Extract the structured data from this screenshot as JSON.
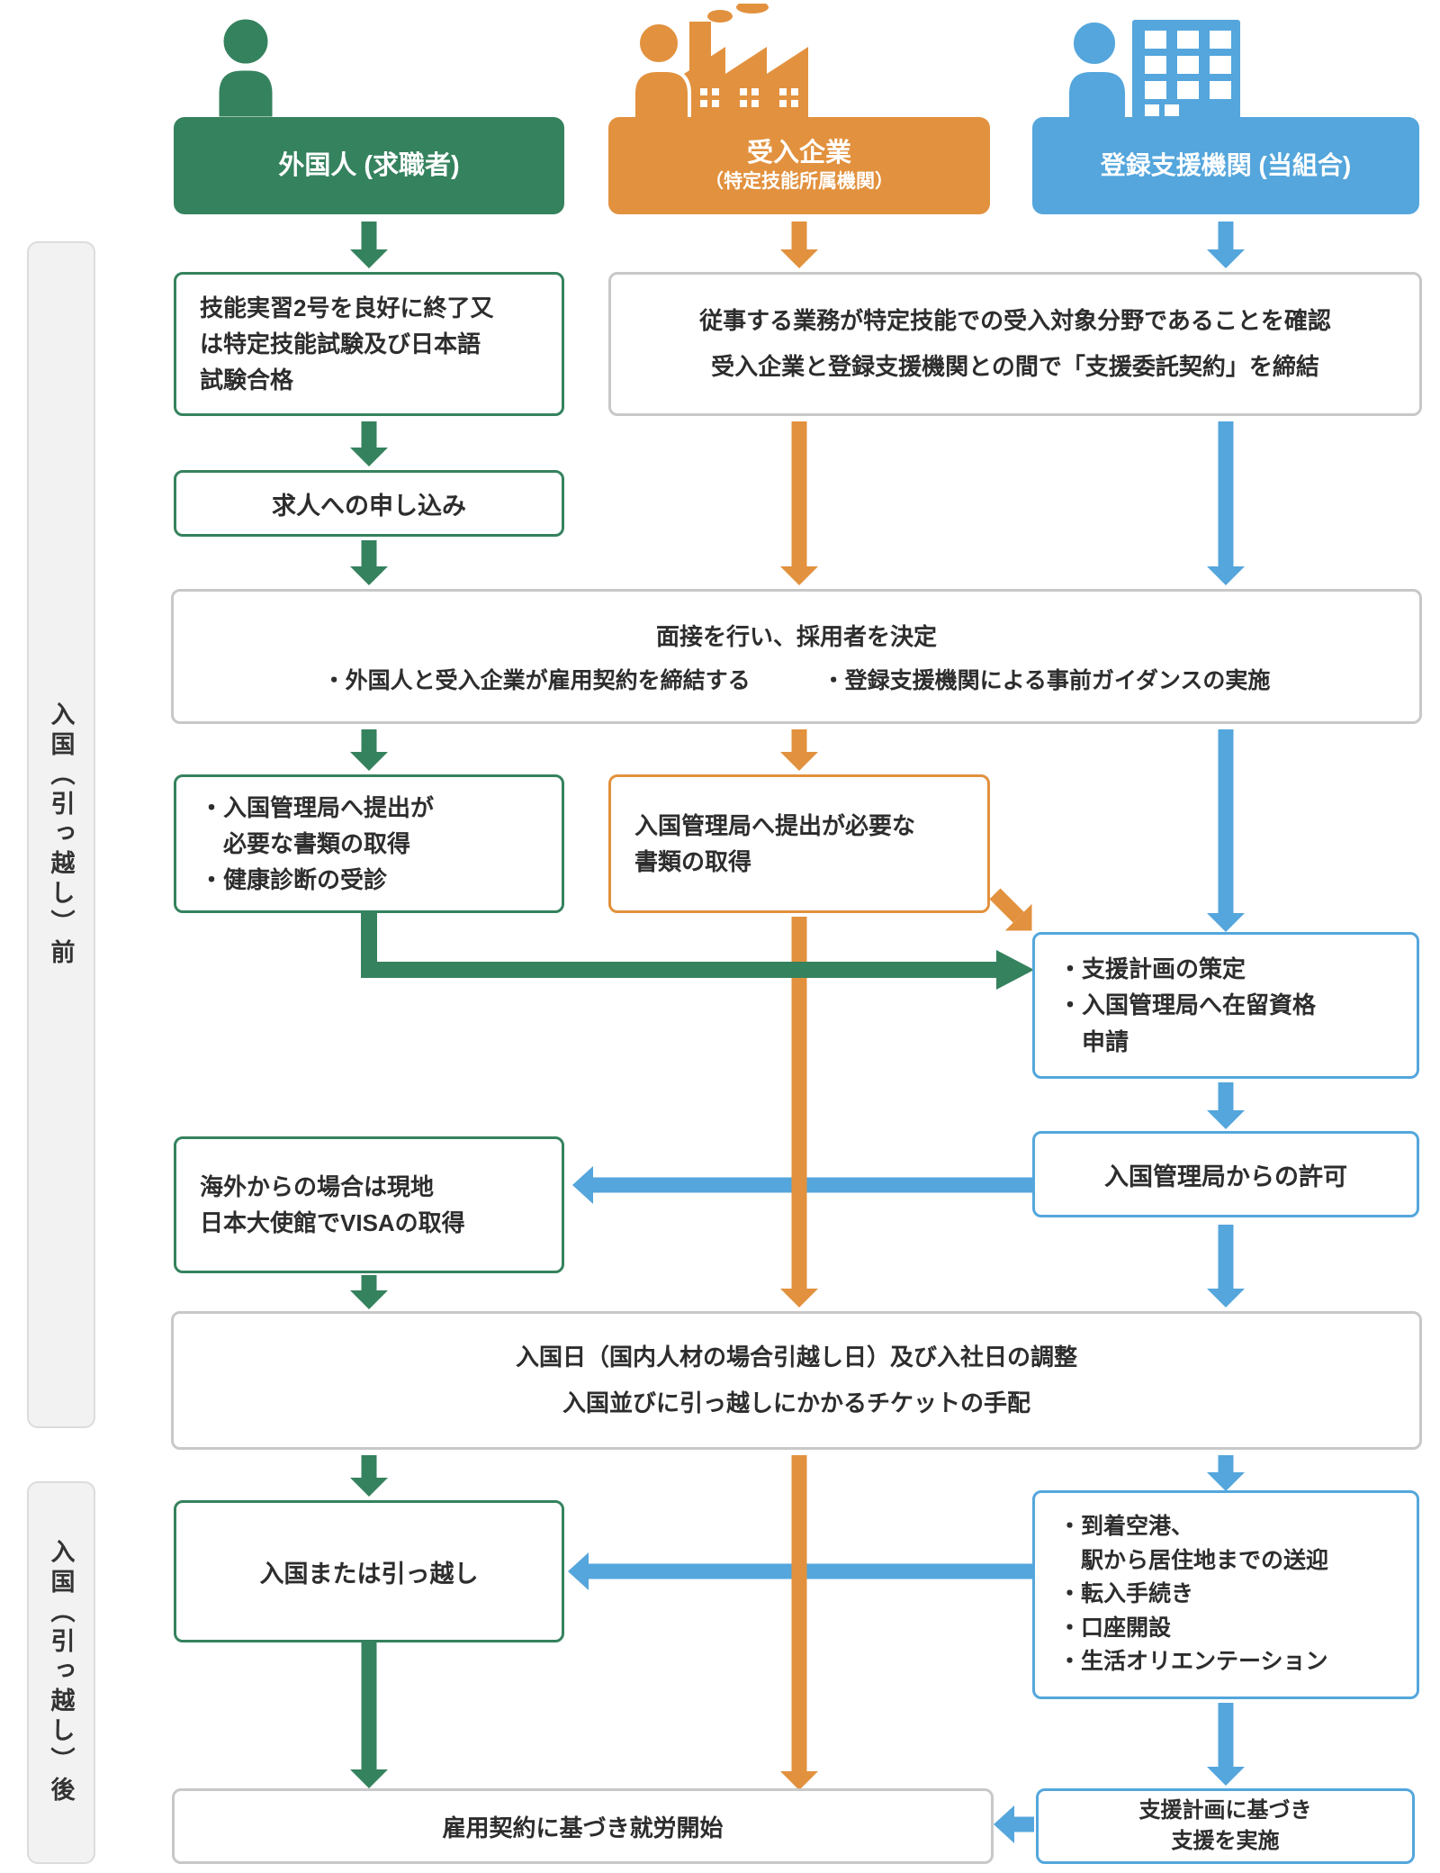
{
  "colors": {
    "green": "#35825E",
    "orange": "#E2913E",
    "blue": "#54A6DC",
    "gray_border": "#C8C8C8",
    "panel_bg": "#F2F2F2",
    "text": "#2D2D2D"
  },
  "phases": {
    "pre": "入国（引っ越し）前",
    "post": "入国（引っ越し）後"
  },
  "lanes": {
    "foreigner": {
      "title": "外国人 (求職者)"
    },
    "company": {
      "title": "受入企業",
      "subtitle": "（特定技能所属機関）"
    },
    "support": {
      "title": "登録支援機関 (当組合)"
    }
  },
  "boxes": {
    "training": {
      "lines": [
        "技能実習2号を良好に終了又",
        "は特定技能試験及び日本語",
        "試験合格"
      ]
    },
    "confirm": {
      "lines": [
        "従事する業務が特定技能での受入対象分野であることを確認",
        "受入企業と登録支援機関との間で「支援委託契約」を締結"
      ]
    },
    "apply": {
      "label": "求人への申し込み"
    },
    "interview": {
      "title": "面接を行い、採用者を決定",
      "bullet1": "・外国人と受入企業が雇用契約を締結する",
      "bullet2": "・登録支援機関による事前ガイダンスの実施"
    },
    "docs_foreigner": {
      "lines": [
        "・入国管理局へ提出が",
        "　必要な書類の取得",
        "・健康診断の受診"
      ]
    },
    "docs_company": {
      "lines": [
        "入国管理局へ提出が必要な",
        "書類の取得"
      ]
    },
    "support_plan": {
      "lines": [
        "・支援計画の策定",
        "・入国管理局へ在留資格",
        "　申請"
      ]
    },
    "permit": {
      "label": "入国管理局からの許可"
    },
    "visa": {
      "lines": [
        "海外からの場合は現地",
        "日本大使館でVISAの取得"
      ]
    },
    "schedule": {
      "lines": [
        "入国日（国内人材の場合引越し日）及び入社日の調整",
        "入国並びに引っ越しにかかるチケットの手配"
      ]
    },
    "move": {
      "label": "入国または引っ越し"
    },
    "arrival_support": {
      "lines": [
        "・到着空港、",
        "　駅から居住地までの送迎",
        "・転入手続き",
        "・口座開設",
        "・生活オリエンテーション"
      ]
    },
    "work_start": {
      "label": "雇用契約に基づき就労開始"
    },
    "support_exec": {
      "lines": [
        "支援計画に基づき",
        "支援を実施"
      ]
    }
  }
}
